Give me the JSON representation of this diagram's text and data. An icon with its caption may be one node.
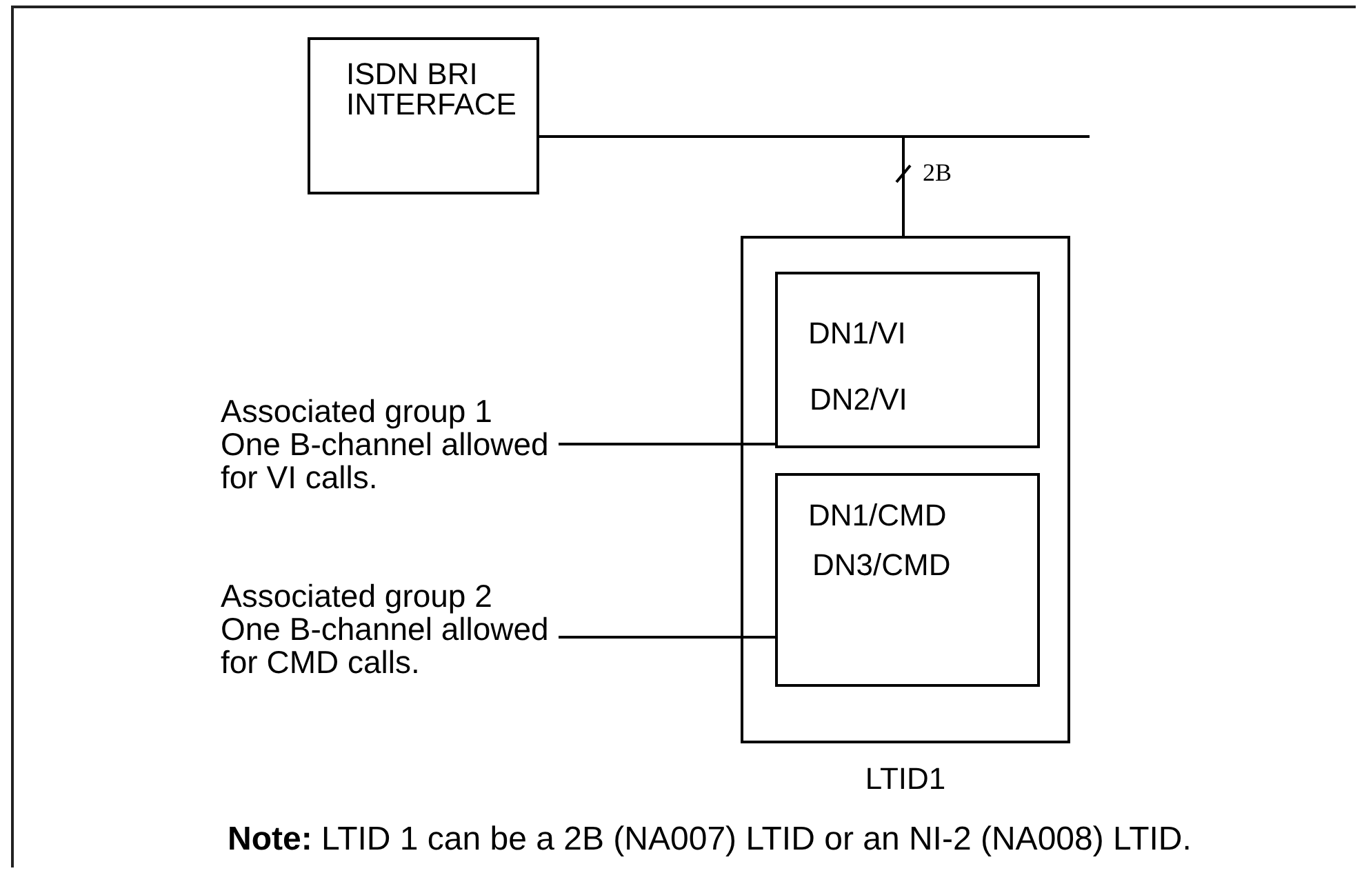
{
  "diagram": {
    "nodes": [
      {
        "text": [
          "ISDN BRI INTERFACE"
        ]
      },
      {
        "text": [
          "LTID1"
        ]
      },
      {
        "text": [
          "DN1/VI",
          "DN2/VI"
        ],
        "in": 1
      },
      {
        "text": [
          "DN1/CMD",
          "DN3/CMD"
        ],
        "in": 1
      },
      {
        "text": [
          "Associated group 1 One B-channel allowed for VI calls."
        ]
      },
      {
        "text": [
          "Associated group 2 One B-channel allowed for CMD calls."
        ]
      }
    ],
    "edges": [
      {
        "from": 0,
        "to": null,
        "arrow": "none"
      },
      {
        "from": 0,
        "to": 1,
        "arrow": "none",
        "label": "2B"
      },
      {
        "from": 4,
        "to": 2,
        "arrow": "none"
      },
      {
        "from": 5,
        "to": 3,
        "arrow": "none"
      }
    ],
    "labels": [
      "**Note:** LTID 1 can be a 2B (NA007) LTID or an NI-2 (NA008) LTID."
    ]
  }
}
